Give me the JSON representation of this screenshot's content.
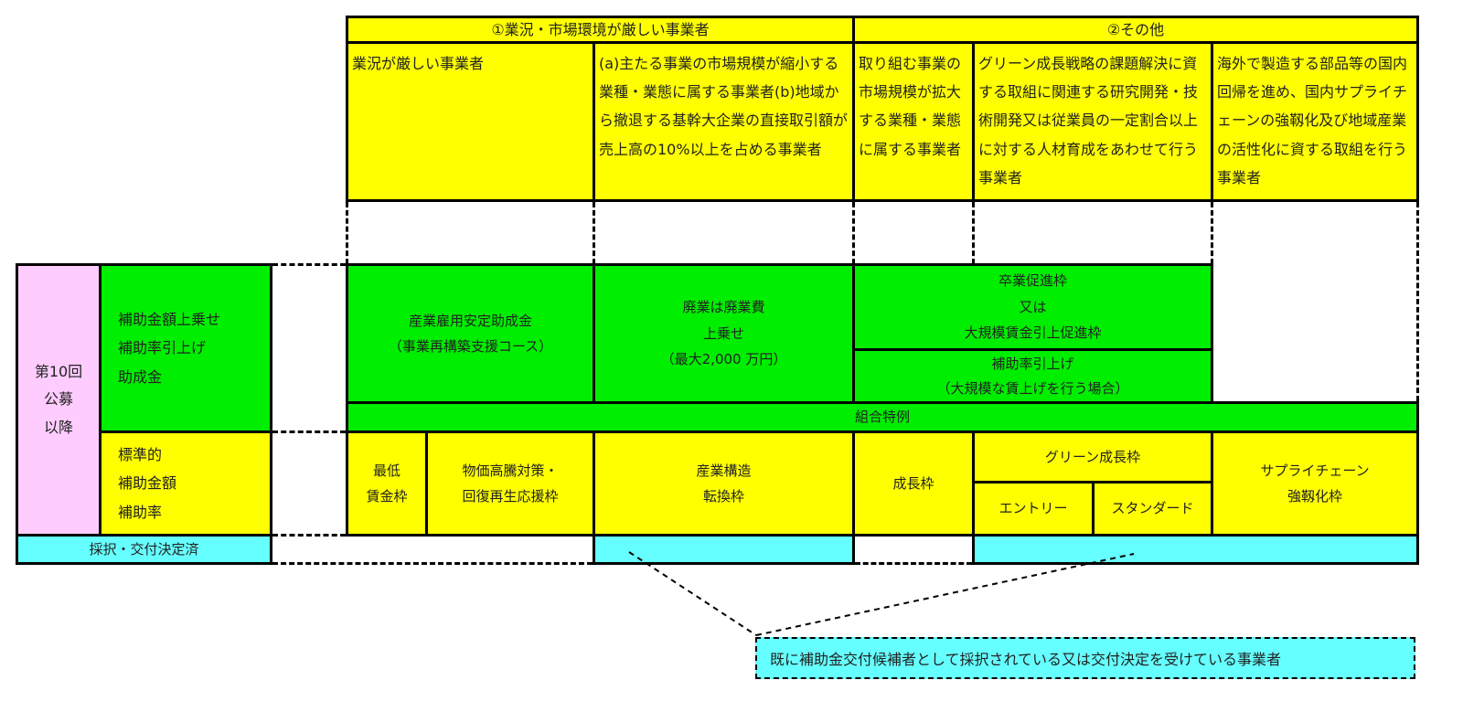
{
  "header": {
    "cat1": "①業況・市場環境が厳しい事業者",
    "cat2": "②その他"
  },
  "descriptions": {
    "d1": "業況が厳しい事業者",
    "d2": "(a)主たる事業の市場規模が縮小する業種・業態に属する事業者(b)地域から撤退する基幹大企業の直接取引額が売上高の10%以上を占める事業者",
    "d3": "取り組む事業の市場規模が拡大する業種・業態に属する事業者",
    "d4": "グリーン成長戦略の課題解決に資する取組に関連する研究開発・技術開発又は従業員の一定割合以上に対する人材育成をあわせて行う事業者",
    "d5": "海外で製造する部品等の国内回帰を進め、国内サプライチェーンの強靱化及び地域産業の活性化に資する取組を行う事業者"
  },
  "left": {
    "round": "第10回\n公募\n以降",
    "upper": "補助金額上乗せ\n補助率引上げ\n助成金",
    "lower": "標準的\n補助金額\n補助率",
    "adopted": "採択・交付決定済"
  },
  "green": {
    "g1": "産業雇用安定助成金\n（事業再構築支援コース）",
    "g2": "廃業は廃業費\n上乗せ\n（最大2,000 万円）",
    "g3": "卒業促進枠\n又は\n大規模賃金引上促進枠",
    "g4": "補助率引上げ\n（大規模な賃上げを行う場合）",
    "union": "組合特例"
  },
  "frames": {
    "f1": "最低\n賃金枠",
    "f2": "物価高騰対策・\n回復再生応援枠",
    "f3": "産業構造\n転換枠",
    "f4": "成長枠",
    "f5": "グリーン成長枠",
    "f5a": "エントリー",
    "f5b": "スタンダード",
    "f6": "サプライチェーン\n強靱化枠"
  },
  "note": "既に補助金交付候補者として採択されている又は交付決定を受けている事業者",
  "colors": {
    "yellow": "#ffff00",
    "green": "#00ee00",
    "pink": "#ffccff",
    "cyan": "#66ffff"
  }
}
